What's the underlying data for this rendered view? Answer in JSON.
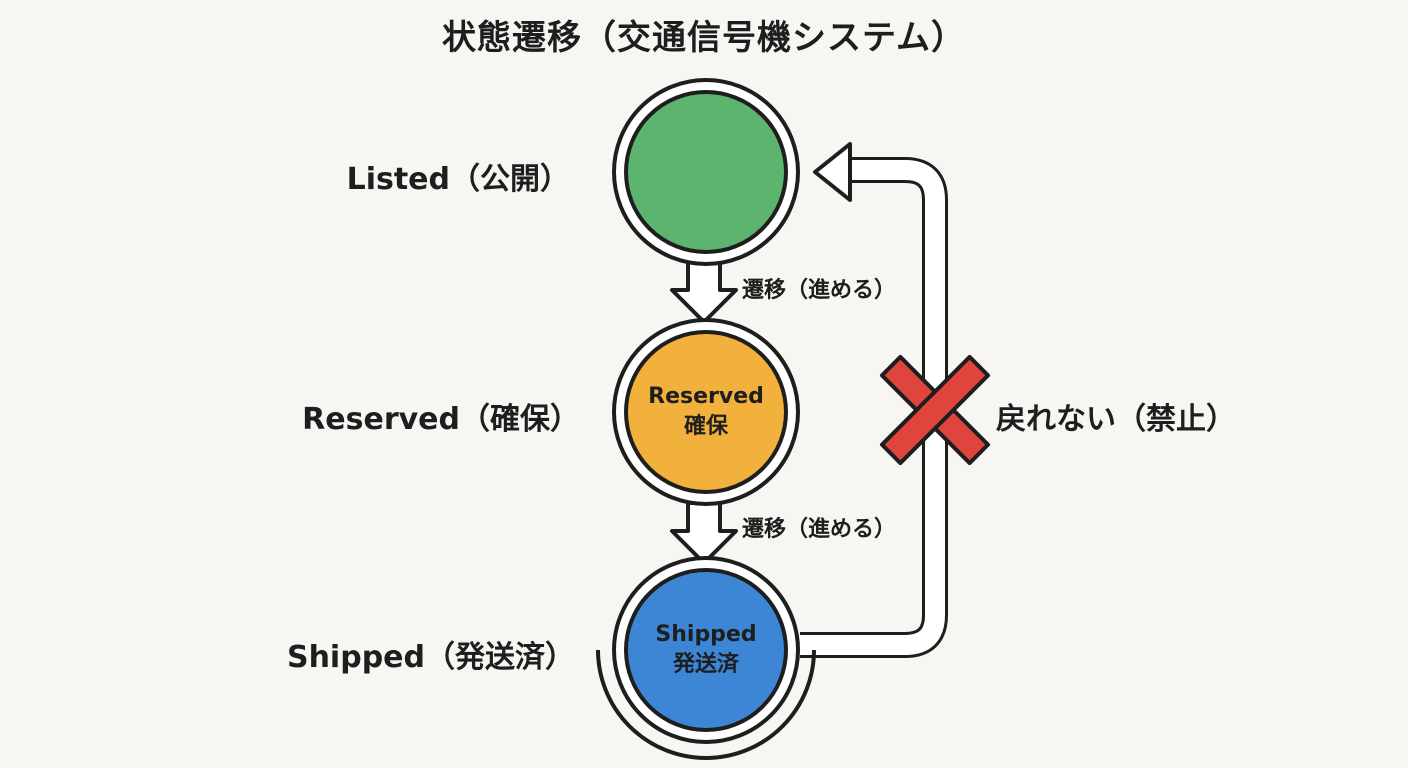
{
  "title": "状態遷移（交通信号機システム）",
  "states": [
    {
      "label": "Listed（公開）",
      "inner_en": "",
      "inner_ja": "",
      "color": "#5cb46e"
    },
    {
      "label": "Reserved（確保）",
      "inner_en": "Reserved",
      "inner_ja": "確保",
      "color": "#f2b13c"
    },
    {
      "label": "Shipped（発送済）",
      "inner_en": "Shipped",
      "inner_ja": "発送済",
      "color": "#3d86d6"
    }
  ],
  "transitions": [
    {
      "label": "遷移（進める）"
    },
    {
      "label": "遷移（進める）"
    }
  ],
  "back_edge": {
    "label": "戻れない（禁止）",
    "mark_color": "#e0453d"
  }
}
